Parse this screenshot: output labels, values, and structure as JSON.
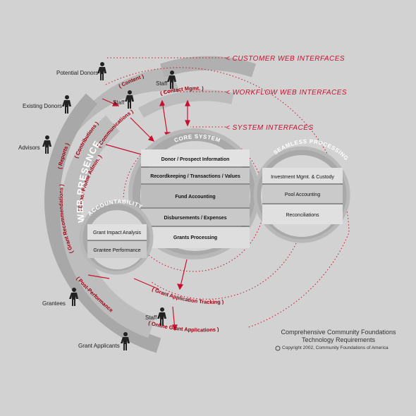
{
  "interfaces": {
    "customer": "< CUSTOMER WEB INTERFACES",
    "workflow": "< WORKFLOW WEB INTERFACES",
    "system": "< SYSTEM INTERFACES"
  },
  "actors": {
    "potential_donors": "Potential Donors",
    "existing_donors": "Existing Donors",
    "advisors": "Advisors",
    "grantees": "Grantees",
    "grant_applicants": "Grant Applicants",
    "staff_top": "Staff",
    "staff_mid": "Staff",
    "staff_bottom": "Staff"
  },
  "arc_labels": {
    "content": "( Content )",
    "contact_mgmt": "( Contact Mgmt. )",
    "contributions": "( Contributions )",
    "communications": "( Communications )",
    "reports": "( Reports )",
    "donor_profile_admin": "( Donor Profile Admin. )",
    "grant_recommendations": "( Grant Recommendations )",
    "post_performance": "( Post-Performance Grant Data )",
    "grant_app_tracking": "( Grant Application Tracking )",
    "online_grant_apps": "( Online Grant Applications )",
    "web_presence": "WEB PRESENCE"
  },
  "core_system": {
    "title": "CORE SYSTEM",
    "items": [
      "Donor / Prospect Information",
      "Recordkeeping / Transactions / Values",
      "Fund Accounting",
      "Disbursements / Expenses",
      "Grants Processing"
    ]
  },
  "seamless_processing": {
    "title": "SEAMLESS PROCESSING",
    "items": [
      "Investment Mgmt. & Custody",
      "Pool Accounting",
      "Reconciliations"
    ]
  },
  "accountability": {
    "title": "ACCOUNTABILITY",
    "items": [
      "Grant Impact Analysis",
      "Grantee Performance"
    ]
  },
  "footer": {
    "title_line1": "Comprehensive Community Foundations",
    "title_line2": "Technology Requirements",
    "copyright": "Copyright 2002, Community Foundations of America"
  },
  "colors": {
    "background": "#d2d2d2",
    "accent_red": "#c8102e",
    "ring_gray": "#a9a9a9",
    "band_gray": "#b4b4b4"
  }
}
